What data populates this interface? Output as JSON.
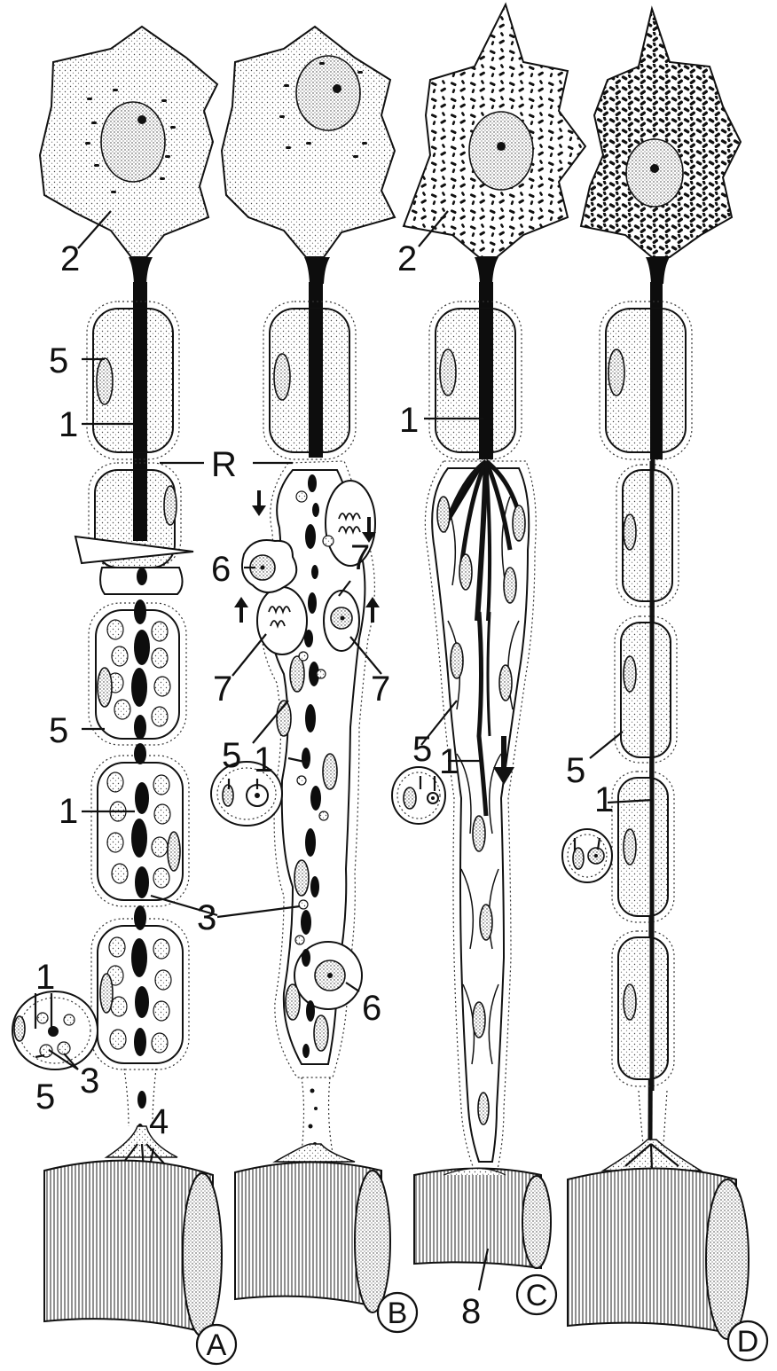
{
  "panels": {
    "A": {
      "label": "A"
    },
    "B": {
      "label": "B"
    },
    "C": {
      "label": "C"
    },
    "D": {
      "label": "D"
    }
  },
  "labels": {
    "axon": "1",
    "cell_body": "2",
    "degenerating_myelin": "3",
    "end_plate": "4",
    "schwann_cell": "5",
    "macrophage": "6",
    "dividing_schwann_cell": "7",
    "atrophic_muscle": "8",
    "ranvier_node": "R"
  },
  "colors": {
    "ink": "#111111",
    "background": "#ffffff"
  }
}
